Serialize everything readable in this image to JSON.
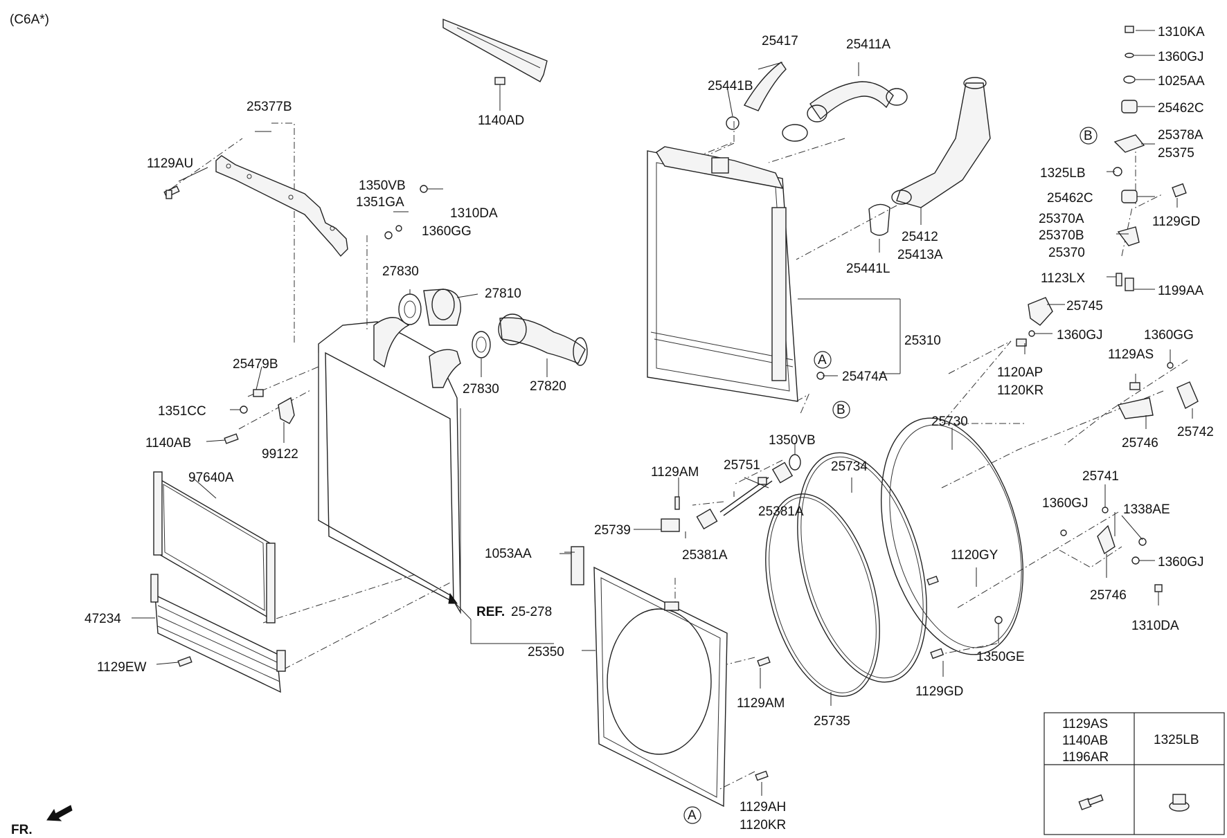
{
  "header": {
    "code": "(C6A*)"
  },
  "direction": {
    "label": "FR."
  },
  "reference": {
    "prefix": "REF.",
    "value": "25-278"
  },
  "circle_refs": {
    "a": "A",
    "b": "B"
  },
  "labels": {
    "p1310KA": "1310KA",
    "p1360GJ_top": "1360GJ",
    "p1025AA": "1025AA",
    "p25462C_top": "25462C",
    "p25378A": "25378A",
    "p25375": "25375",
    "p1325LB": "1325LB",
    "p25462C_low": "25462C",
    "p1129GD_top": "1129GD",
    "p25370A": "25370A",
    "p25370B": "25370B",
    "p25370": "25370",
    "p1123LX": "1123LX",
    "p1199AA": "1199AA",
    "p25745": "25745",
    "p1360GJ_mid": "1360GJ",
    "p1120AP": "1120AP",
    "p1120KR_mid": "1120KR",
    "p1360GG_right": "1360GG",
    "p1129AS": "1129AS",
    "p25742": "25742",
    "p25746_top": "25746",
    "p25741": "25741",
    "p1360GJ_low": "1360GJ",
    "p1338AE": "1338AE",
    "p1120GY": "1120GY",
    "p1360GJ_right": "1360GJ",
    "p25746_low": "25746",
    "p1310DA_right": "1310DA",
    "p1350GE": "1350GE",
    "p1129GD_low": "1129GD",
    "p25730": "25730",
    "p25734": "25734",
    "p25735": "25735",
    "p25417": "25417",
    "p25411A": "25411A",
    "p25441B": "25441B",
    "p25412": "25412",
    "p25413A": "25413A",
    "p25441L": "25441L",
    "p25310": "25310",
    "p25474A": "25474A",
    "p1350VB_mid": "1350VB",
    "p25751": "25751",
    "p1129AM_top": "1129AM",
    "p25381A_top": "25381A",
    "p25381A_low": "25381A",
    "p25739": "25739",
    "p1053AA": "1053AA",
    "p25350": "25350",
    "p1129AM_low": "1129AM",
    "p1129AH": "1129AH",
    "p1120KR_low": "1120KR",
    "p1140AD": "1140AD",
    "p25377B": "25377B",
    "p1129AU": "1129AU",
    "p1350VB_left": "1350VB",
    "p1351GA": "1351GA",
    "p1310DA_left": "1310DA",
    "p1360GG_left": "1360GG",
    "p27830_top": "27830",
    "p27810": "27810",
    "p27830_low": "27830",
    "p27820": "27820",
    "p25479B": "25479B",
    "p1351CC": "1351CC",
    "p1140AB": "1140AB",
    "p99122": "99122",
    "p97640A": "97640A",
    "p47234": "47234",
    "p1129EW": "1129EW"
  },
  "legend_table": {
    "left_header": [
      "1129AS",
      "1140AB",
      "1196AR"
    ],
    "right_header": "1325LB",
    "left_icon": "flange-bolt-icon",
    "right_icon": "flange-nut-icon"
  }
}
